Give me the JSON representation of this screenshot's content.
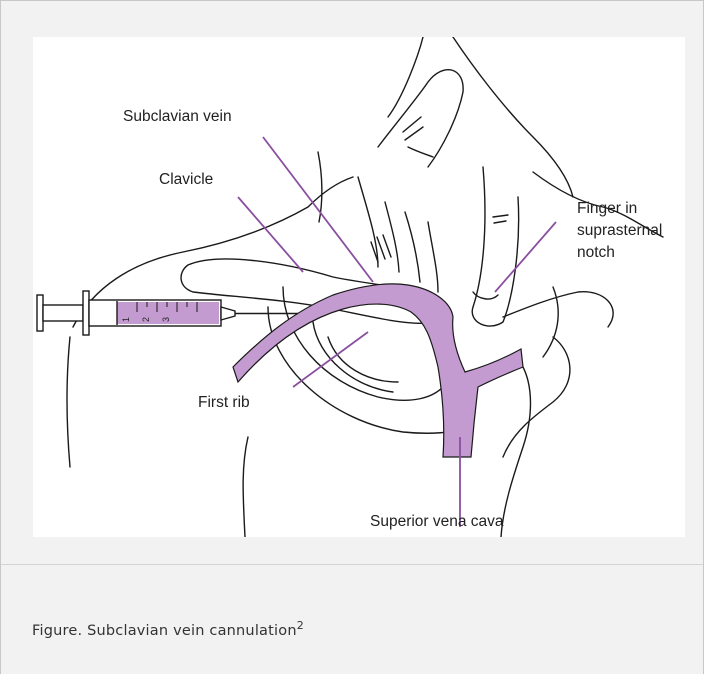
{
  "figure": {
    "labels": {
      "subclavian_vein": "Subclavian vein",
      "clavicle": "Clavicle",
      "finger_line1": "Finger in",
      "finger_line2": "suprasternal",
      "finger_line3": "notch",
      "first_rib": "First rib",
      "svc": "Superior vena cava"
    },
    "syringe_marks": [
      "1",
      "2",
      "3"
    ],
    "colors": {
      "vein": "#c49bd0",
      "pointer": "#8a4fa0",
      "ink": "#1a1a1a"
    }
  },
  "caption": {
    "text": "Figure. Subclavian vein cannulation",
    "ref": "2"
  }
}
